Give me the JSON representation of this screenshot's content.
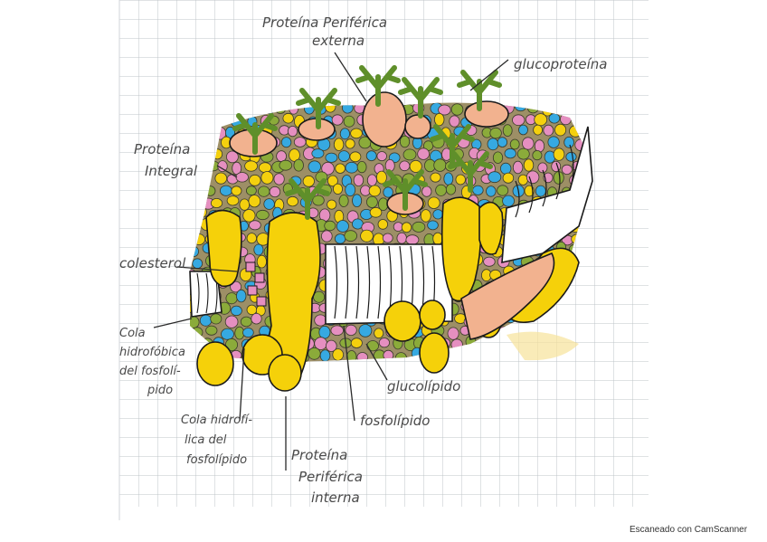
{
  "labels": {
    "proteina_periferica_externa": [
      "Proteína Periférica",
      "externa"
    ],
    "glucoproteina": "glucoproteína",
    "proteina_integral": [
      "Proteína",
      "Integral"
    ],
    "colesterol": "colesterol",
    "cola_hidrofobica": [
      "Cola",
      "hidrofóbica",
      "del fosfolí-",
      "pido"
    ],
    "cola_hidrofilica": [
      "Cola hidrofí-",
      "lica del",
      "fosfolípido"
    ],
    "proteina_periferica_interna": [
      "Proteína",
      "Periférica",
      "interna"
    ],
    "fosfolipido": "fosfolípido",
    "glucolipido": "glucolípido"
  },
  "footer": "Escaneado con CamScanner",
  "colors": {
    "paper": "#ffffff",
    "grid": "#bfc4c8",
    "glycan": "#5f8f2a",
    "pink": "#e58fc0",
    "blue": "#36a9e1",
    "yellow": "#f4d00e",
    "green": "#8bab3a",
    "peach": "#f2b28f",
    "protein_yellow": "#f5d10a"
  }
}
